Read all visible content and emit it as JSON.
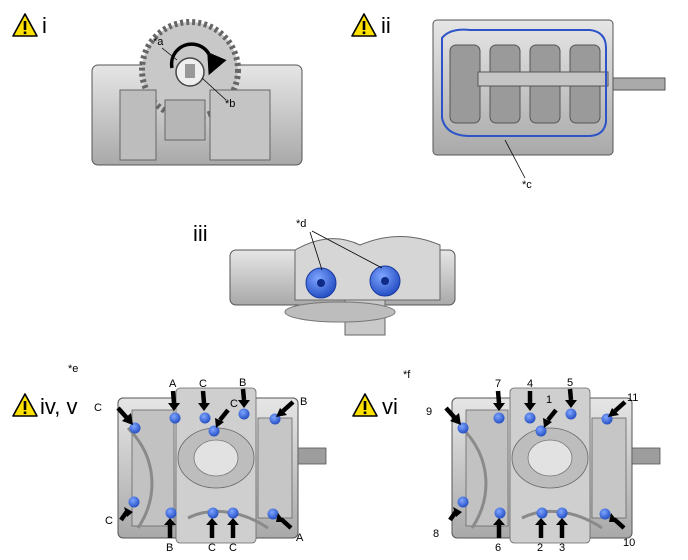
{
  "panels": [
    {
      "step": "i",
      "warning": true,
      "callouts": [
        "*a",
        "*b"
      ]
    },
    {
      "step": "ii",
      "warning": true,
      "callouts": [
        "*c"
      ]
    },
    {
      "step": "iii",
      "warning": false,
      "callouts": [
        "*d"
      ]
    },
    {
      "step": "iv, v",
      "warning": true,
      "note": "*e",
      "bolt_labels": [
        "A",
        "C",
        "B",
        "B",
        "C",
        "C",
        "B",
        "C",
        "C",
        "C",
        "A"
      ]
    },
    {
      "step": "vi",
      "warning": true,
      "note": "*f",
      "bolt_labels": [
        "7",
        "4",
        "5",
        "9",
        "1",
        "11",
        "8",
        "6",
        "2",
        "3",
        "10"
      ]
    }
  ],
  "icons": {
    "warning": "warning-triangle-icon",
    "rotation": "rotation-arrow-icon"
  },
  "colors": {
    "bolt": "#3b6fe0",
    "seal_line": "#2c53c8",
    "warning_fill": "#ffe100",
    "casting": "#d2d2d2"
  }
}
